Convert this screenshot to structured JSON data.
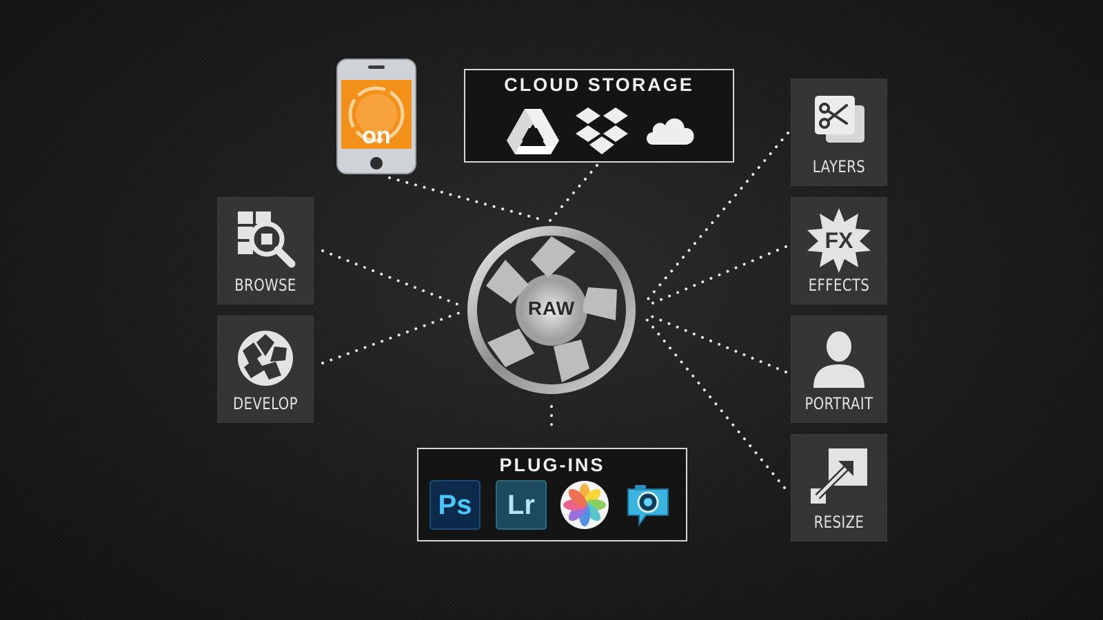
{
  "hub": {
    "label": "RAW"
  },
  "mobile": {
    "logo_text": "on",
    "accent": "#f39019"
  },
  "cloud_storage": {
    "title": "CLOUD STORAGE",
    "icons": [
      "google-drive-icon",
      "dropbox-icon",
      "icloud-icon"
    ]
  },
  "plugins": {
    "title": "PLUG-INS",
    "apps": [
      {
        "name": "photoshop-icon",
        "text": "Ps",
        "color": "#0c2b4a",
        "text_color": "#4cc6ff"
      },
      {
        "name": "lightroom-icon",
        "text": "Lr",
        "color": "#1e4a5e",
        "text_color": "#b7e4f5"
      },
      {
        "name": "apple-photos-icon"
      },
      {
        "name": "aperture-icon"
      }
    ]
  },
  "modules_left": [
    {
      "id": "browse",
      "label": "BROWSE",
      "icon": "browse-icon"
    },
    {
      "id": "develop",
      "label": "DEVELOP",
      "icon": "develop-icon"
    }
  ],
  "modules_right": [
    {
      "id": "layers",
      "label": "LAYERS",
      "icon": "layers-icon"
    },
    {
      "id": "effects",
      "label": "EFFECTS",
      "icon": "effects-icon"
    },
    {
      "id": "portrait",
      "label": "PORTRAIT",
      "icon": "portrait-icon"
    },
    {
      "id": "resize",
      "label": "RESIZE",
      "icon": "resize-icon"
    }
  ]
}
